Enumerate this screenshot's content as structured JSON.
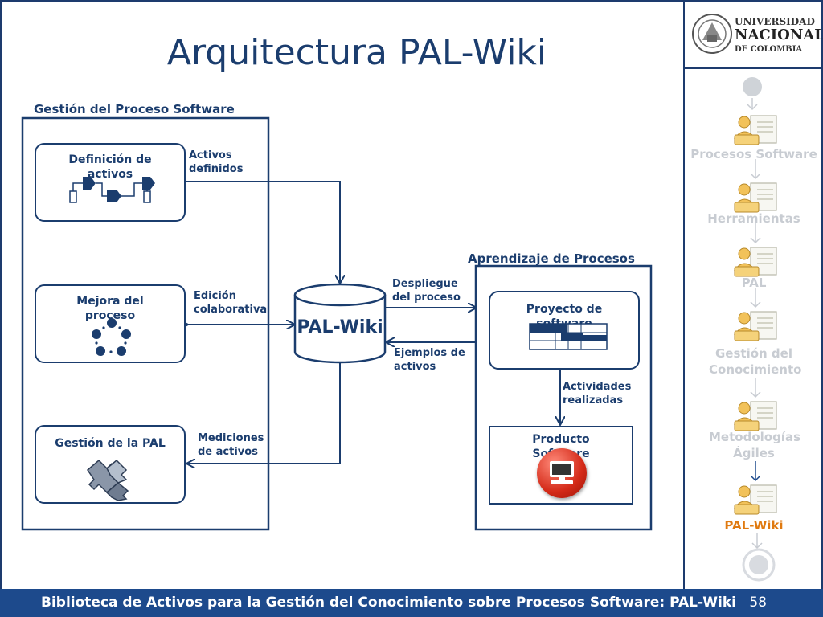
{
  "slide": {
    "title": "Arquitectura PAL-Wiki",
    "page_number": "58",
    "footer_text": "Biblioteca de Activos para la Gestión del Conocimiento sobre Procesos Software: PAL-Wiki"
  },
  "university": {
    "line1": "UNIVERSIDAD",
    "line2": "NACIONAL",
    "line3": "DE COLOMBIA"
  },
  "diagram": {
    "left_group_title": "Gestión del Proceso Software",
    "right_group_title": "Aprendizaje de Procesos",
    "central_store": "PAL-Wiki",
    "boxes": {
      "definicion": "Definición de activos",
      "mejora": "Mejora del proceso",
      "gestion_pal": "Gestión de la PAL",
      "proyecto": "Proyecto de software",
      "producto": "Producto Software"
    },
    "arrows": {
      "activos_definidos": "Activos definidos",
      "edicion": "Edición colaborativa",
      "mediciones": "Mediciones de activos",
      "despliegue": "Despliegue del proceso",
      "ejemplos": "Ejemplos de activos",
      "actividades": "Actividades realizadas"
    }
  },
  "nav": {
    "items": [
      {
        "label": "Procesos Software",
        "active": false
      },
      {
        "label": "Herramientas",
        "active": false
      },
      {
        "label": "PAL",
        "active": false
      },
      {
        "label": "Gestión del Conocimiento",
        "active": false
      },
      {
        "label": "Metodologías Ágiles",
        "active": false
      },
      {
        "label": "PAL-Wiki",
        "active": true
      }
    ]
  },
  "colors": {
    "primary": "#1b3d6e",
    "footer": "#1d4a8c",
    "nav_inactive": "#c8ccd2",
    "nav_active": "#e07a10"
  }
}
